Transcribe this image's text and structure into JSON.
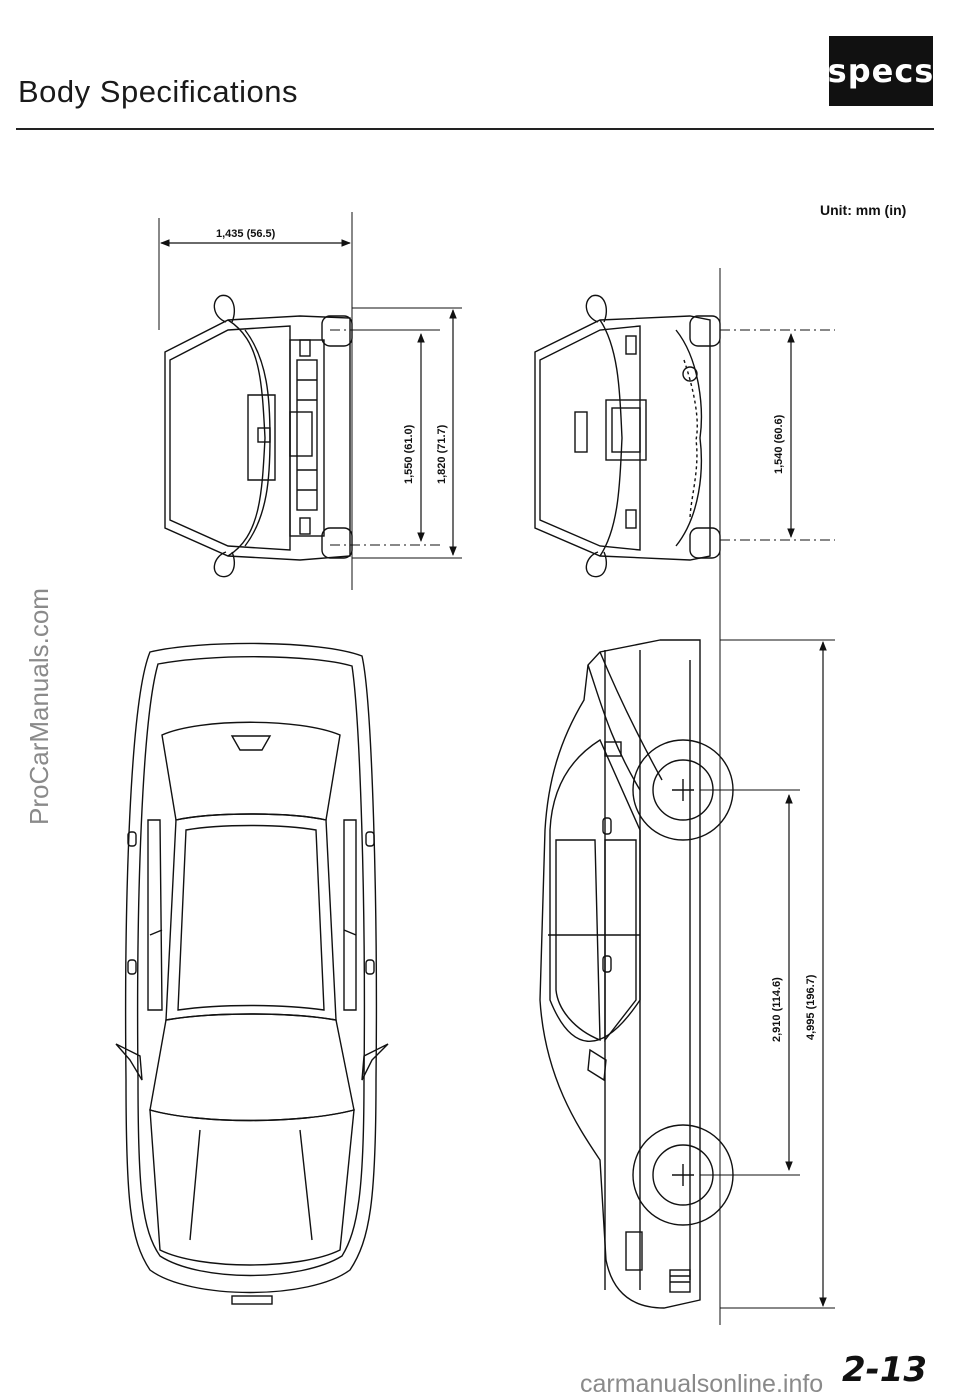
{
  "header": {
    "title": "Body Specifications",
    "badge": "specs"
  },
  "unit_label": "Unit: mm (in)",
  "dimensions": {
    "width_top": "1,435 (56.5)",
    "tread_front": "1,550 (61.0)",
    "overall_width": "1,820 (71.7)",
    "tread_rear": "1,540 (60.6)",
    "wheelbase": "2,910 (114.6)",
    "overall_length": "4,995 (196.7)"
  },
  "watermark": "ProCarManuals.com",
  "footer": {
    "site": "carmanualsonline.info",
    "page_number": "2-13"
  }
}
